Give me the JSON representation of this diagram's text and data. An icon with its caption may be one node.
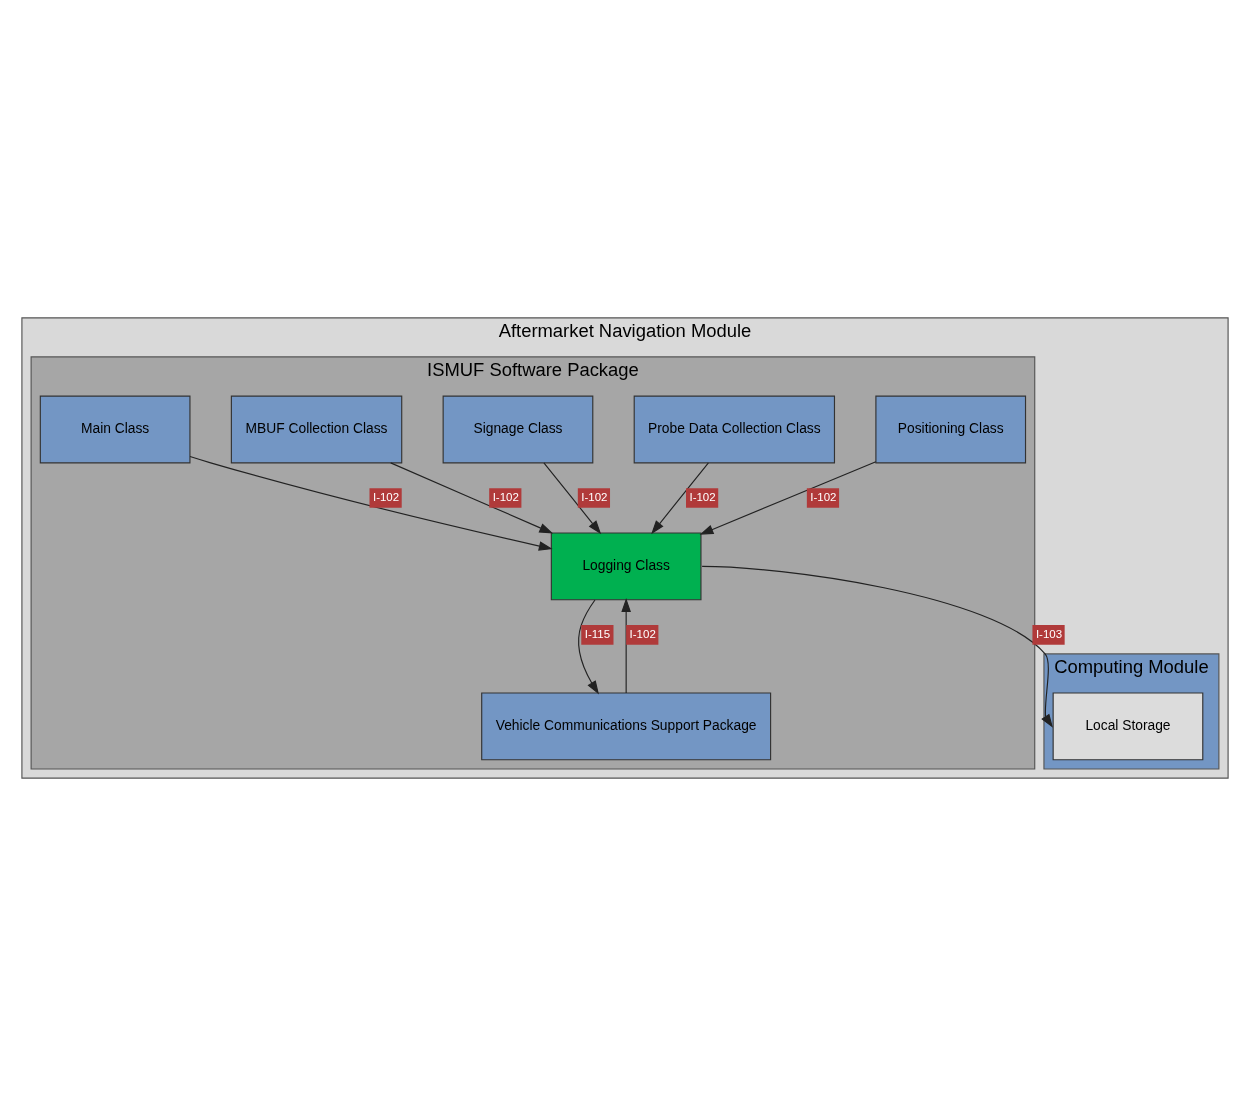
{
  "diagram": {
    "nodes": [
      {
        "text": [
          "Aftermarket Navigation Module"
        ]
      },
      {
        "text": [
          "ISMUF Software Package"
        ],
        "in": 0
      },
      {
        "text": [
          "Computing Module"
        ],
        "in": 0
      },
      {
        "text": [
          "Logging Class"
        ],
        "in": 1
      },
      {
        "text": [
          "Local Storage"
        ],
        "in": 2
      },
      {
        "text": [
          "Positioning Class"
        ],
        "in": 1
      },
      {
        "text": [
          "Vehicle Communications Support Package"
        ],
        "in": 1
      },
      {
        "text": [
          "Probe Data Collection Class"
        ],
        "in": 1
      },
      {
        "text": [
          "Signage Class"
        ],
        "in": 1
      },
      {
        "text": [
          "MBUF Collection Class"
        ],
        "in": 1
      },
      {
        "text": [
          "Main Class"
        ],
        "in": 1
      }
    ],
    "edges": [
      {
        "from": 3,
        "to": 4,
        "arrow": "to",
        "label": "I-103"
      },
      {
        "from": 3,
        "to": 6,
        "arrow": "to",
        "label": "I-115"
      },
      {
        "from": 5,
        "to": 3,
        "arrow": "to",
        "label": "I-102"
      },
      {
        "from": 6,
        "to": 3,
        "arrow": "to",
        "label": "I-102"
      },
      {
        "from": 7,
        "to": 3,
        "arrow": "to",
        "label": "I-102"
      },
      {
        "from": 8,
        "to": 3,
        "arrow": "to",
        "label": "I-102"
      },
      {
        "from": 9,
        "to": 3,
        "arrow": "to",
        "label": "I-102"
      },
      {
        "from": 10,
        "to": 3,
        "arrow": "to",
        "label": "I-102"
      }
    ]
  }
}
